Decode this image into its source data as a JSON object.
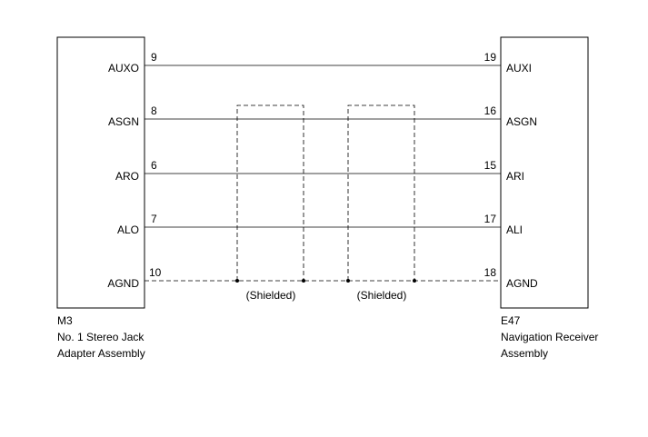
{
  "left_connector": {
    "code": "M3",
    "name_line1": "No. 1 Stereo Jack",
    "name_line2": "Adapter Assembly",
    "terminals": [
      {
        "label": "AUXO",
        "pin": "9"
      },
      {
        "label": "ASGN",
        "pin": "8"
      },
      {
        "label": "ARO",
        "pin": "6"
      },
      {
        "label": "ALO",
        "pin": "7"
      },
      {
        "label": "AGND",
        "pin": "10"
      }
    ]
  },
  "right_connector": {
    "code": "E47",
    "name_line1": "Navigation Receiver",
    "name_line2": "Assembly",
    "terminals": [
      {
        "label": "AUXI",
        "pin": "19"
      },
      {
        "label": "ASGN",
        "pin": "16"
      },
      {
        "label": "ARI",
        "pin": "15"
      },
      {
        "label": "ALI",
        "pin": "17"
      },
      {
        "label": "AGND",
        "pin": "18"
      }
    ]
  },
  "shields": [
    {
      "label": "(Shielded)"
    },
    {
      "label": "(Shielded)"
    }
  ]
}
